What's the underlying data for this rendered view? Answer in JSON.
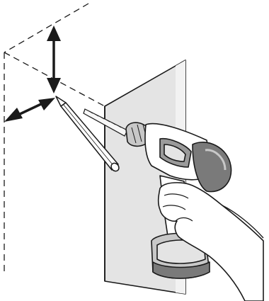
{
  "illustration": {
    "subject": "drilling-a-hole-into-a-cabinet-side",
    "icons": [
      "wall-panel",
      "drill-bit",
      "pencil-icon",
      "vertical-double-arrow-icon",
      "horizontal-double-arrow-icon",
      "cordless-drill-icon",
      "hand-icon"
    ],
    "colors": {
      "outline": "#1a1a1a",
      "panel_fill": "#e4e4e4",
      "drill_dark": "#7a7a7a",
      "drill_light": "#c8c8c8",
      "drill_body": "#ffffff",
      "skin": "#ffffff"
    }
  }
}
